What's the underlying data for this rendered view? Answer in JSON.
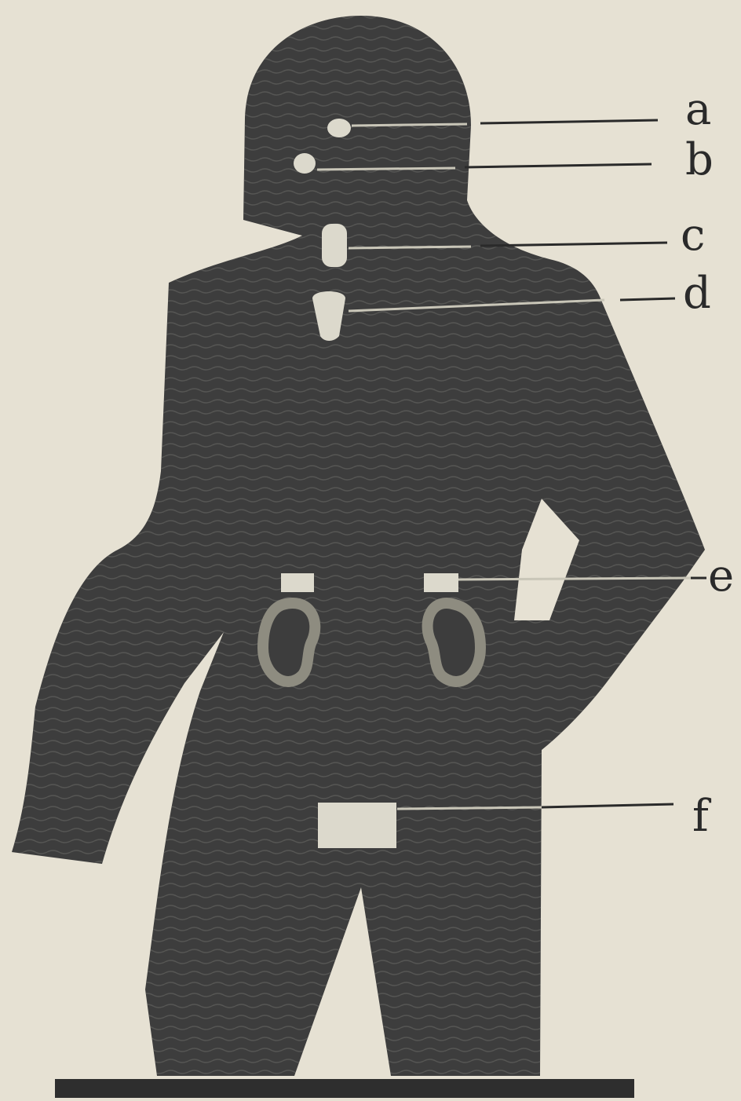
{
  "figure": {
    "paper_color": "#e6e1d3",
    "silhouette_color": "#3d3d3d",
    "marker_color": "#dcd9cc",
    "organ_ring_color": "#8e8c80",
    "line_color": "#2a2a2a"
  },
  "labels": [
    {
      "id": "a",
      "text": "a"
    },
    {
      "id": "b",
      "text": "b"
    },
    {
      "id": "c",
      "text": "c"
    },
    {
      "id": "d",
      "text": "d"
    },
    {
      "id": "e",
      "text": "e"
    },
    {
      "id": "f",
      "text": "f"
    }
  ]
}
